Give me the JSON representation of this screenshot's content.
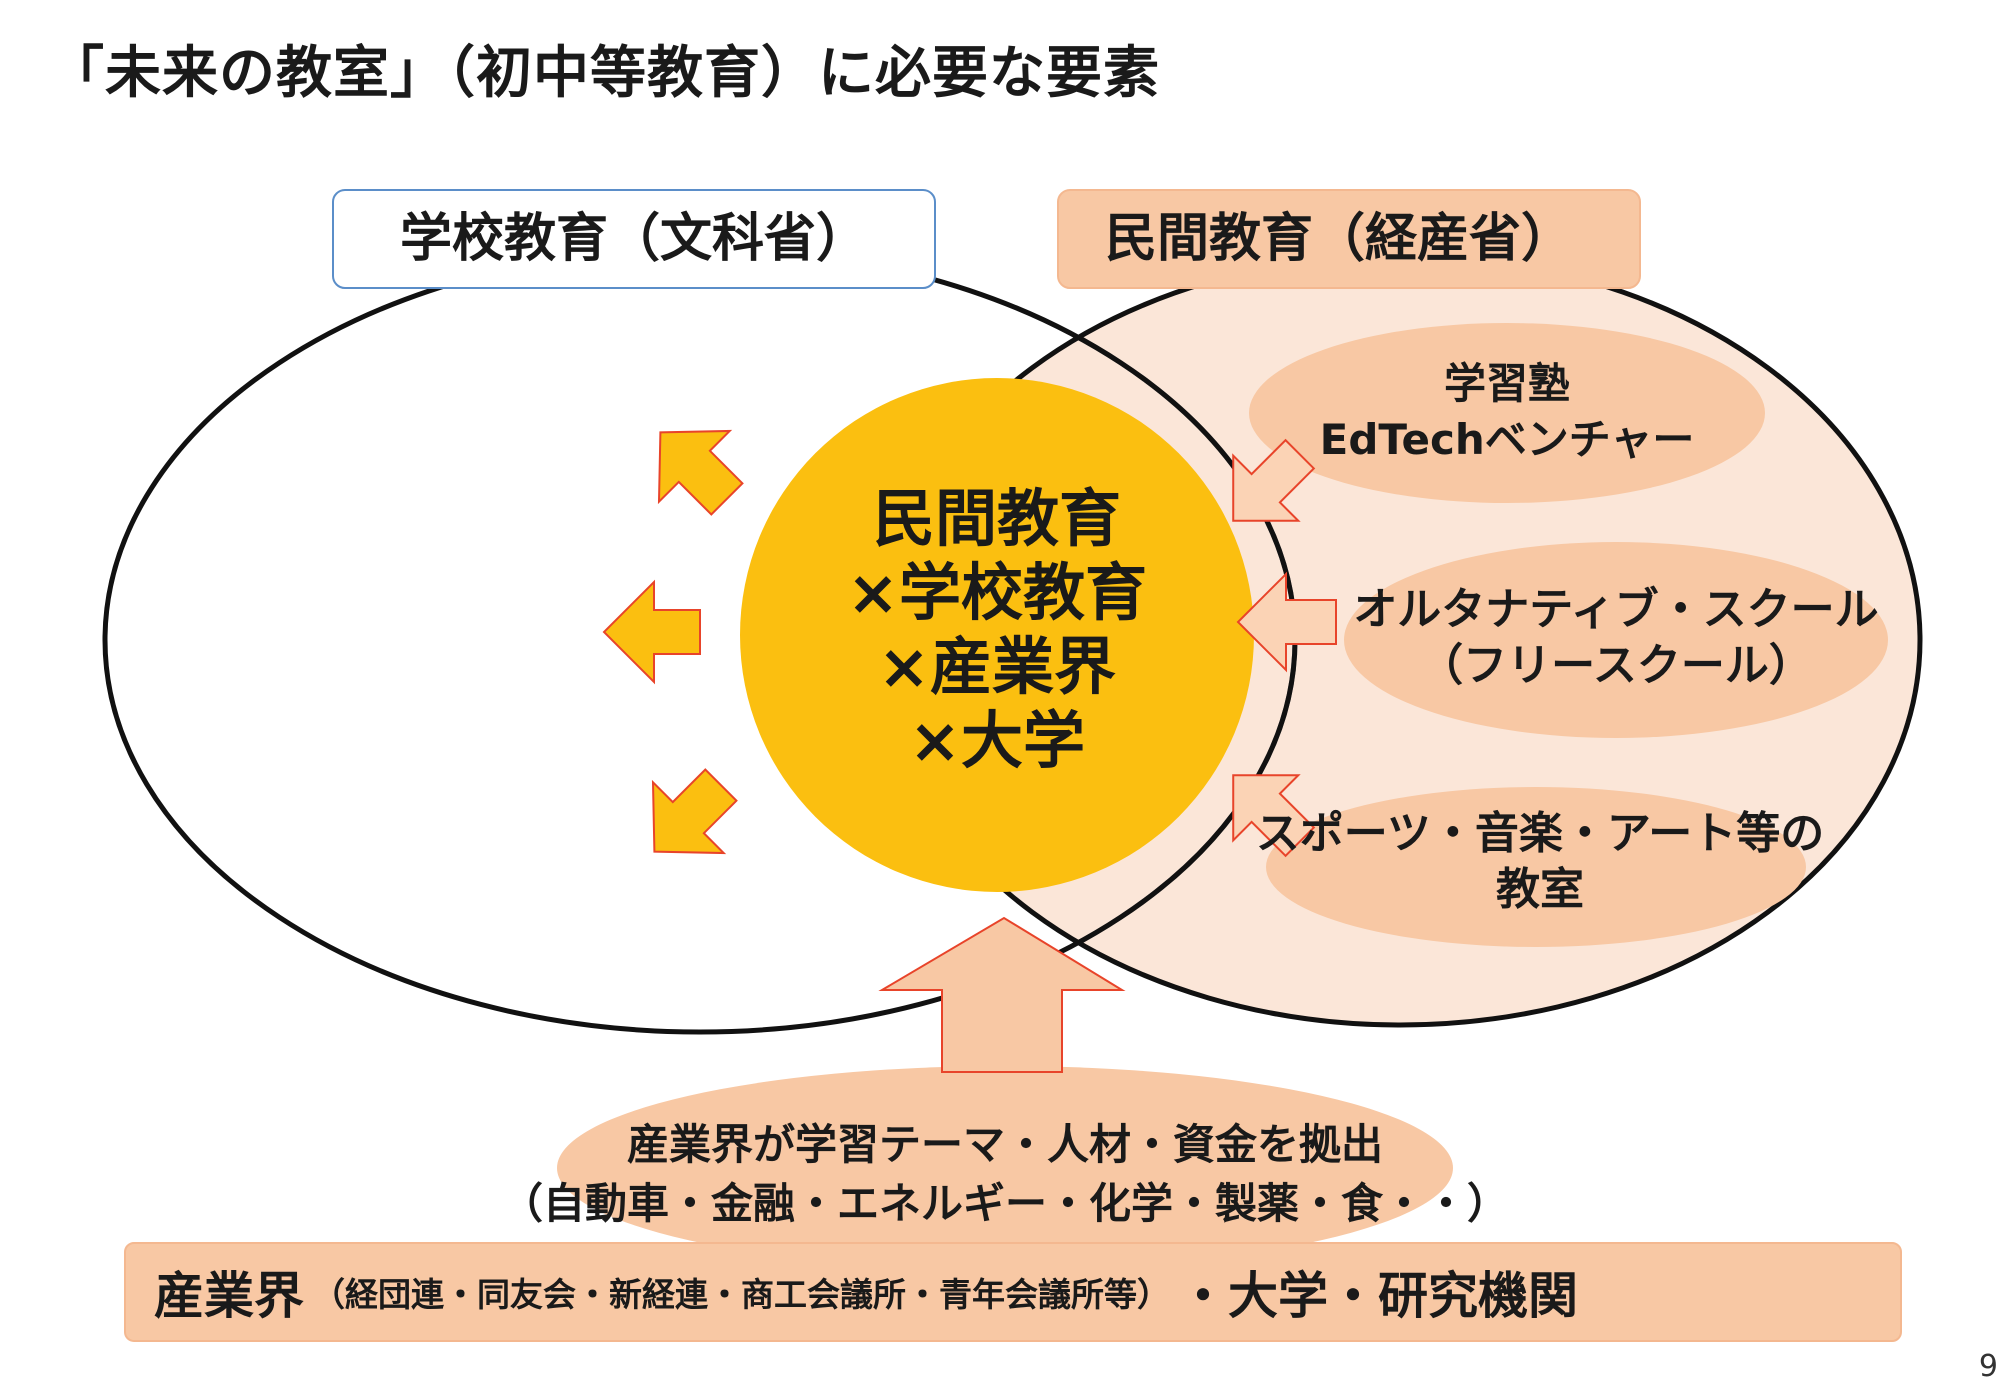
{
  "title": "「未来の教室」（初中等教育）に必要な要素",
  "page_number": "9",
  "school_label": "学校教育（文科省）",
  "private_label": "民間教育（経産省）",
  "center_lines": [
    "民間教育",
    "×学校教育",
    "×産業界",
    "×大学"
  ],
  "private_items": [
    {
      "lines": [
        "学習塾",
        "EdTechベンチャー"
      ]
    },
    {
      "lines": [
        "オルタナティブ・スクール",
        "（フリースクール）"
      ]
    },
    {
      "lines": [
        "スポーツ・音楽・アート等の",
        "教室"
      ]
    }
  ],
  "industry_ellipse_lines": [
    "産業界が学習テーマ・人材・資金を拠出",
    "（自動車・金融・エネルギー・化学・製薬・食・・）"
  ],
  "bottom_bar": {
    "main": "産業界",
    "detail": "（経団連・同友会・新経連・商工会議所・青年会議所等）",
    "tail": "・大学・研究機関"
  },
  "colors": {
    "center_fill": "#fbbf10",
    "peach": "#f8c8a4",
    "light_peach": "#fbe6d8",
    "arrow_orange": "#fbbf10",
    "arrow_outline": "#e8442a",
    "label_border": "#5b8ec9"
  }
}
